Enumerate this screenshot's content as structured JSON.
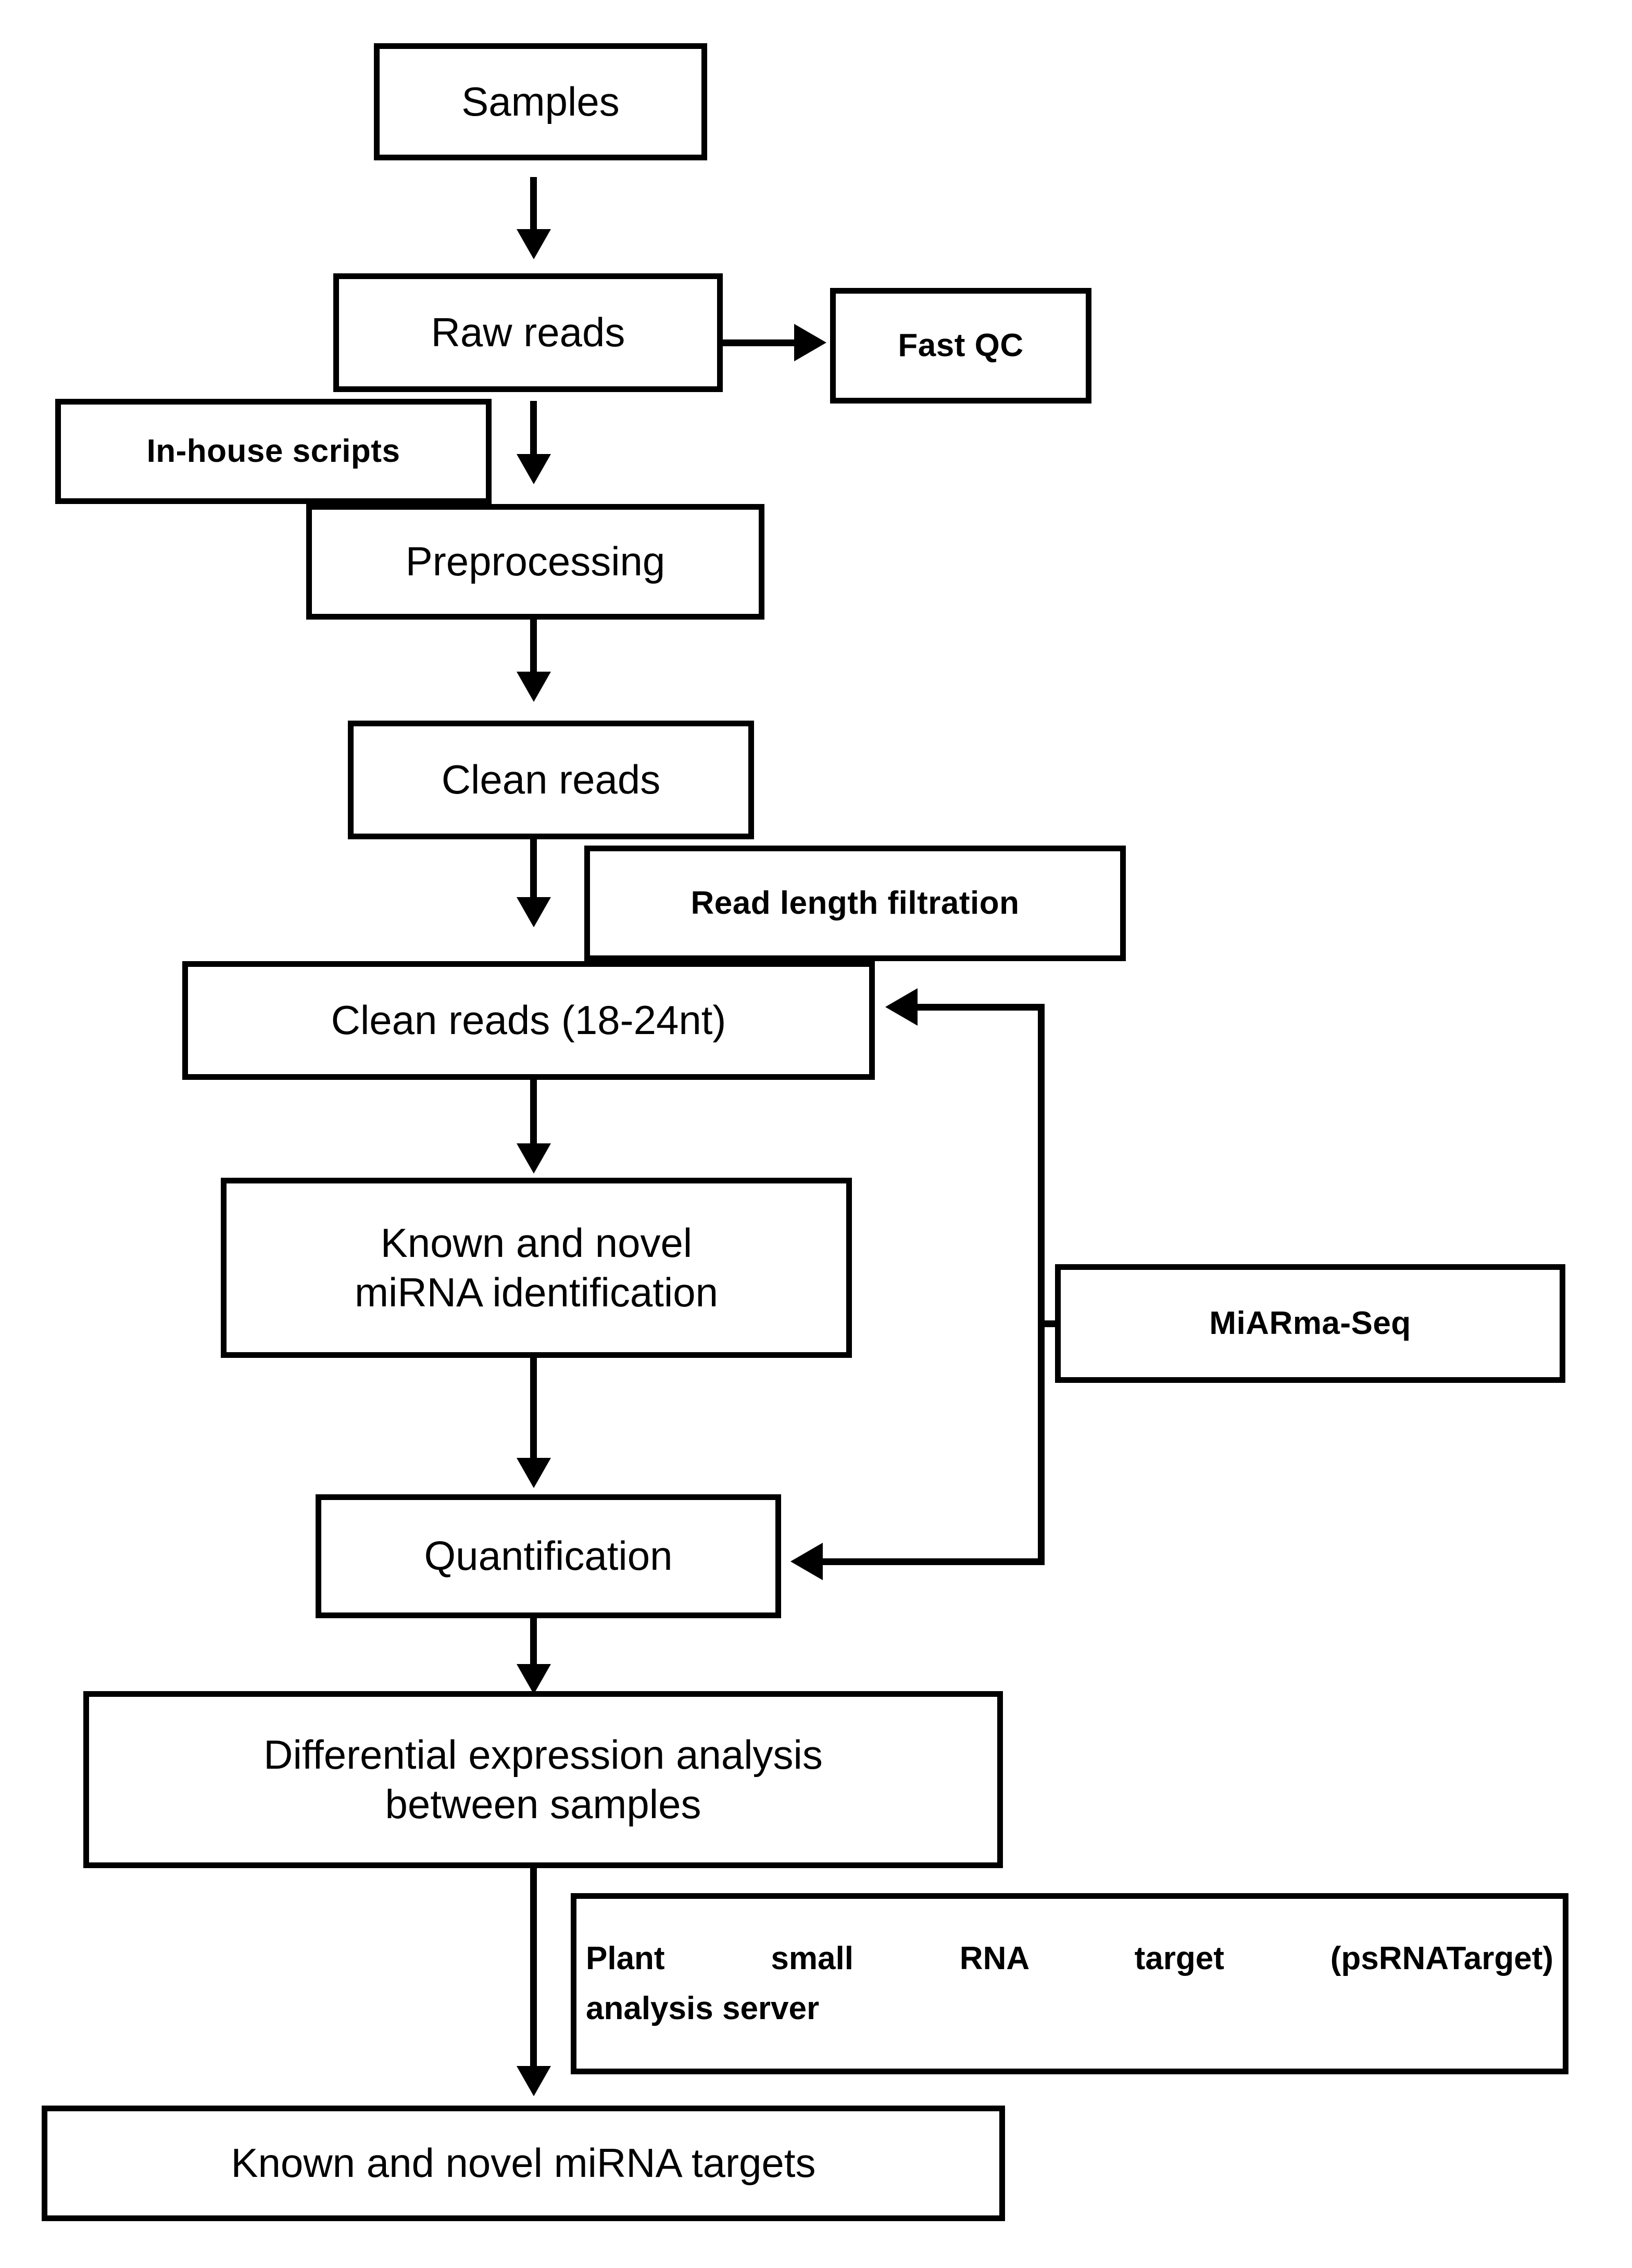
{
  "diagram": {
    "title": "small RNA sequencing analysis workflow",
    "background_color": "#ffffff",
    "line_color": "#000000",
    "nodes": [
      {
        "id": "samples",
        "label": "Samples",
        "style": "regular"
      },
      {
        "id": "raw-reads",
        "label": "Raw reads",
        "style": "regular"
      },
      {
        "id": "fast-qc",
        "label": "Fast QC",
        "style": "bold"
      },
      {
        "id": "in-house",
        "label": "In-house scripts",
        "style": "bold"
      },
      {
        "id": "preprocessing",
        "label": "Preprocessing",
        "style": "regular"
      },
      {
        "id": "clean-reads",
        "label": "Clean reads",
        "style": "regular"
      },
      {
        "id": "read-length",
        "label": "Read length filtration",
        "style": "bold"
      },
      {
        "id": "clean-18-24",
        "label": "Clean reads (18-24nt)",
        "style": "regular"
      },
      {
        "id": "mirna-id-l1",
        "label": "Known and novel",
        "style": "regular"
      },
      {
        "id": "mirna-id-l2",
        "label": "miRNA identification",
        "style": "regular"
      },
      {
        "id": "miarma-seq",
        "label": "MiARma-Seq",
        "style": "bold"
      },
      {
        "id": "quantification",
        "label": "Quantification",
        "style": "regular"
      },
      {
        "id": "diff-expr-l1",
        "label": "Differential expression analysis",
        "style": "regular"
      },
      {
        "id": "diff-expr-l2",
        "label": "between samples",
        "style": "regular"
      },
      {
        "id": "psrnatarget-l1",
        "label": "Plant small RNA target (psRNATarget)",
        "style": "bold-justified"
      },
      {
        "id": "psrnatarget-l2",
        "label": "analysis server",
        "style": "bold-justified"
      },
      {
        "id": "mirna-targets",
        "label": "Known and novel miRNA targets",
        "style": "regular"
      }
    ],
    "edges": [
      {
        "from": "samples",
        "to": "raw-reads",
        "type": "arrow-down"
      },
      {
        "from": "raw-reads",
        "to": "fast-qc",
        "type": "arrow-right"
      },
      {
        "from": "raw-reads",
        "to": "preprocessing",
        "type": "arrow-down"
      },
      {
        "from": "preprocessing",
        "to": "clean-reads",
        "type": "arrow-down"
      },
      {
        "from": "clean-reads",
        "to": "clean-18-24",
        "type": "arrow-down"
      },
      {
        "from": "clean-18-24",
        "to": "mirna-id",
        "type": "arrow-down"
      },
      {
        "from": "mirna-id",
        "to": "quantification",
        "type": "arrow-down"
      },
      {
        "from": "quantification",
        "to": "diff-expr",
        "type": "arrow-down"
      },
      {
        "from": "diff-expr",
        "to": "mirna-targets",
        "type": "arrow-down"
      },
      {
        "from": "miarma-seq",
        "to": "clean-18-24",
        "type": "arrow-left-elbow"
      },
      {
        "from": "miarma-seq",
        "to": "quantification",
        "type": "arrow-left-elbow"
      }
    ]
  }
}
